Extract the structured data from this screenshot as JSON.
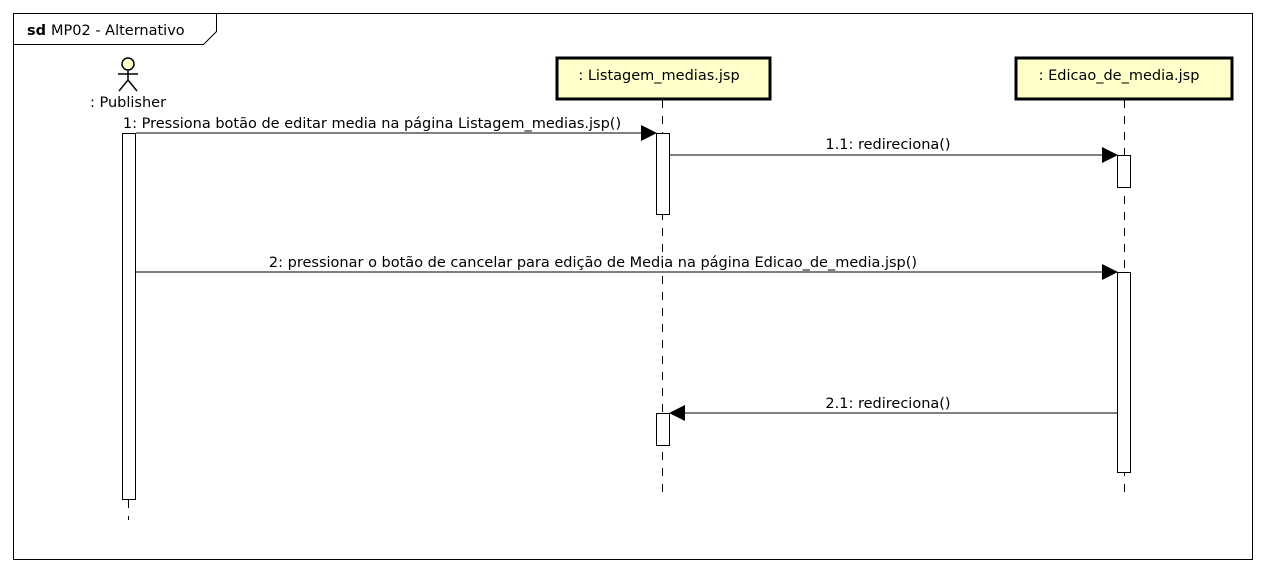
{
  "frame": {
    "keyword": "sd",
    "name": "MP02 - Alternativo"
  },
  "actor": {
    "label": ": Publisher"
  },
  "lifelines": [
    {
      "label": ": Listagem_medias.jsp"
    },
    {
      "label": ": Edicao_de_media.jsp"
    }
  ],
  "messages": [
    {
      "label": "1: Pressiona botão de editar media na página Listagem_medias.jsp()"
    },
    {
      "label": "1.1: redireciona()"
    },
    {
      "label": "2: pressionar o botão de cancelar para edição de Media na página Edicao_de_media.jsp()"
    },
    {
      "label": "2.1: redireciona()"
    }
  ],
  "colors": {
    "line": "#000000",
    "lifeline_box": "#FFFFCC",
    "actor_head": "#FFFFCC",
    "background": "#FFFFFF"
  }
}
